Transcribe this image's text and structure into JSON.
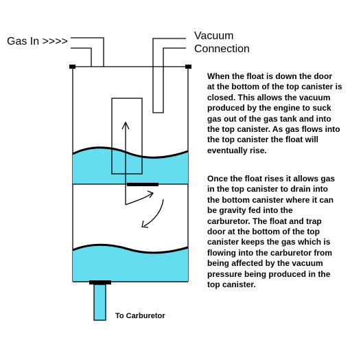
{
  "labels": {
    "gas_in": "Gas In >>>>",
    "vacuum_line1": "Vacuum",
    "vacuum_line2": "Connection",
    "to_carburetor": "To Carburetor"
  },
  "description": {
    "paragraph1": [
      "When the float is down the door",
      "at the bottom of the top canister is",
      "closed.  This allows the vacuum",
      "produced by the engine to suck",
      "gas out of the gas tank and into",
      "the top canister.  As gas flows into",
      "the top canister the float will",
      "eventually rise."
    ],
    "paragraph2": [
      "Once the float rises it allows gas",
      "in the top canister to drain into",
      "the bottom canister where it can",
      "be gravity fed  into the",
      "carburetor.   The float and trap",
      "door at the bottom of the top",
      "canister keeps the gas which is",
      "flowing into the carburetor from",
      "being affected by the vacuum",
      "pressure being produced in the",
      "top canister."
    ]
  },
  "colors": {
    "fuel": "#66ddee",
    "outline": "#000000",
    "background": "#ffffff"
  }
}
